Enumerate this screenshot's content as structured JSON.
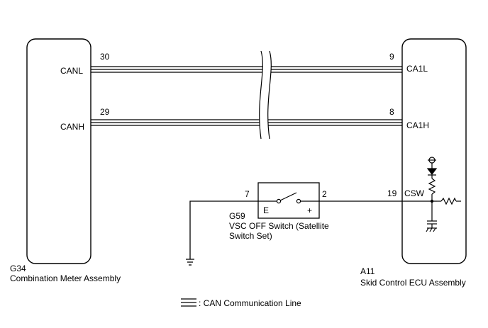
{
  "left_component": {
    "code": "G34",
    "name": "Combination Meter Assembly",
    "pins": {
      "canl": {
        "number": "30",
        "label": "CANL"
      },
      "canh": {
        "number": "29",
        "label": "CANH"
      }
    }
  },
  "right_component": {
    "code": "A11",
    "name": "Skid Control ECU Assembly",
    "pins": {
      "ca1l": {
        "number": "9",
        "label": "CA1L"
      },
      "ca1h": {
        "number": "8",
        "label": "CA1H"
      },
      "csw": {
        "number": "19",
        "label": "CSW"
      }
    }
  },
  "switch": {
    "code": "G59",
    "name_line1": "VSC OFF Switch (Satellite",
    "name_line2": "Switch Set)",
    "terminal_e_pin": "7",
    "terminal_plus_pin": "2",
    "terminal_e_label": "E",
    "terminal_plus_label": "+"
  },
  "legend": {
    "text": ": CAN Communication Line"
  }
}
